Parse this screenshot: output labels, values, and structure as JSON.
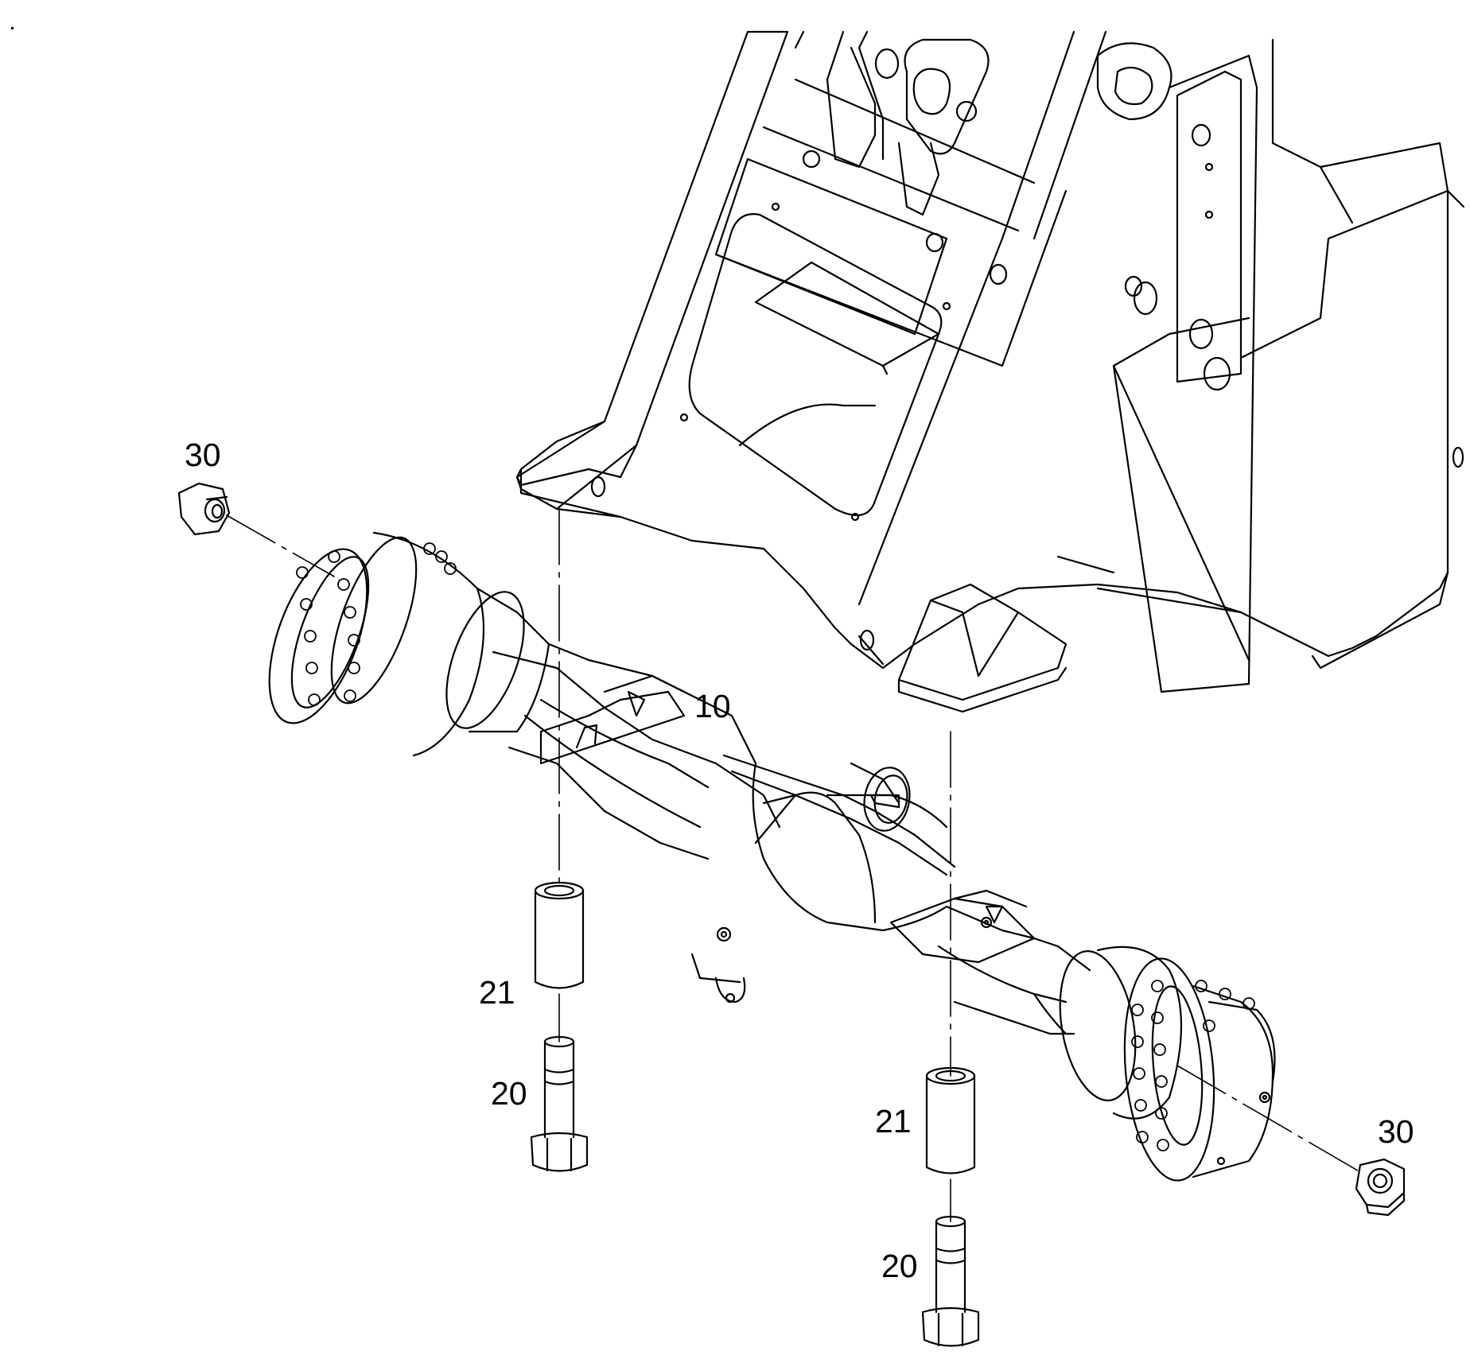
{
  "diagram": {
    "type": "exploded-parts-diagram",
    "line_color": "#000000",
    "background": "#ffffff",
    "callouts": {
      "axle": "10",
      "bolt_left": "20",
      "bolt_right": "20",
      "bushing_left": "21",
      "bushing_right": "21",
      "nut_left": "30",
      "nut_right": "30"
    },
    "parts": [
      {
        "ref": "10",
        "name": "axle"
      },
      {
        "ref": "20",
        "name": "bolt"
      },
      {
        "ref": "21",
        "name": "bushing"
      },
      {
        "ref": "30",
        "name": "nut"
      }
    ]
  }
}
